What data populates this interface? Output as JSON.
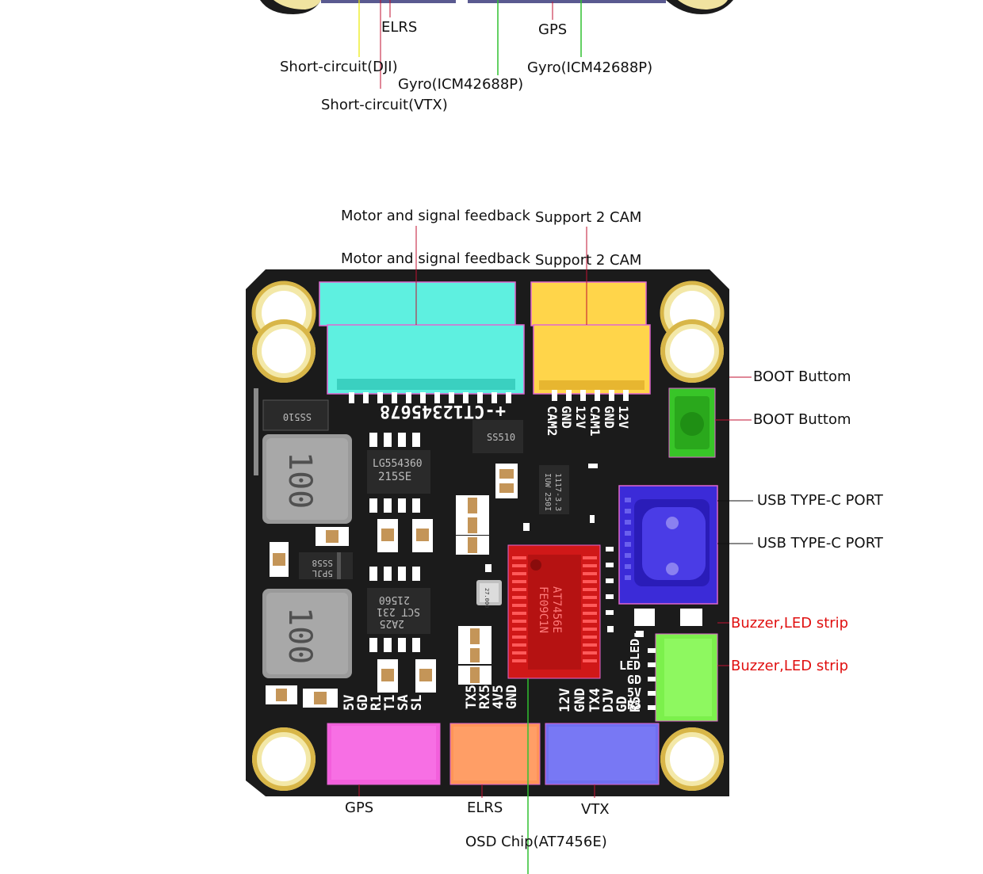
{
  "top_section": {
    "labels": {
      "elrs": "ELRS",
      "gps": "GPS",
      "short_dji": "Short-circuit(DJI)",
      "gyro_left": "Gyro(ICM42688P)",
      "gyro_right": "Gyro(ICM42688P)",
      "short_vtx": "Short-circuit(VTX)"
    }
  },
  "callouts": {
    "motor_1": "Motor and signal feedback",
    "motor_2": "Motor and signal feedback",
    "cam_1": "Support 2 CAM",
    "cam_2": "Support 2 CAM",
    "boot_1": "BOOT Buttom",
    "boot_2": "BOOT Buttom",
    "usb_1": "USB TYPE-C PORT",
    "usb_2": "USB TYPE-C PORT",
    "buzzer_1": "Buzzer,LED strip",
    "buzzer_2": "Buzzer,LED strip",
    "gps": "GPS",
    "elrs": "ELRS",
    "vtx": "VTX",
    "osd": "OSD Chip(AT7456E)"
  },
  "silkscreen": {
    "motor_pins": "+-CT12345678",
    "cam_pins": [
      "12V",
      "GND",
      "CAM1",
      "12V",
      "GND",
      "CAM2"
    ],
    "gps_pins": [
      "5V",
      "GD",
      "R1",
      "T1",
      "SA",
      "SL"
    ],
    "elrs_pins": [
      "TX5",
      "RX5",
      "4V5",
      "GND"
    ],
    "vtx_pins": [
      "12V",
      "GND",
      "TX4",
      "DJV",
      "GD",
      "R5"
    ],
    "led_pins": [
      "LED-",
      "LED",
      "GD",
      "5V",
      "R5"
    ],
    "inductor_1": "100",
    "inductor_2": "100",
    "diode_top_right": "SS510",
    "diode_top_left": "SS510",
    "diode_mid": "SS58",
    "diode_mid_sub": "5PJL",
    "ic_1_line1": "LG554360",
    "ic_1_line2": "215SE",
    "ic_2_line1": "21560",
    "ic_2_line2": "SCT 231",
    "ic_2_line3": "2A25",
    "regulator_line1": "1117-3.3",
    "regulator_line2": "IUW 250I",
    "osd_chip_line1": "AT7456E",
    "osd_chip_line2": "FE09C1N",
    "crystal": "27.000"
  },
  "colors": {
    "board": "#1b1b1b",
    "motor_connector": "#5ef0e0",
    "cam_connector": "#ffd54a",
    "gps_connector": "#f35fdc",
    "elrs_connector": "#ff9457",
    "vtx_connector": "#6f6ff0",
    "usb": "#3b2bd8",
    "boot": "#38c528",
    "led_connector": "#7cf04c",
    "osd_chip": "#d01818",
    "outline": "#e066d0"
  }
}
